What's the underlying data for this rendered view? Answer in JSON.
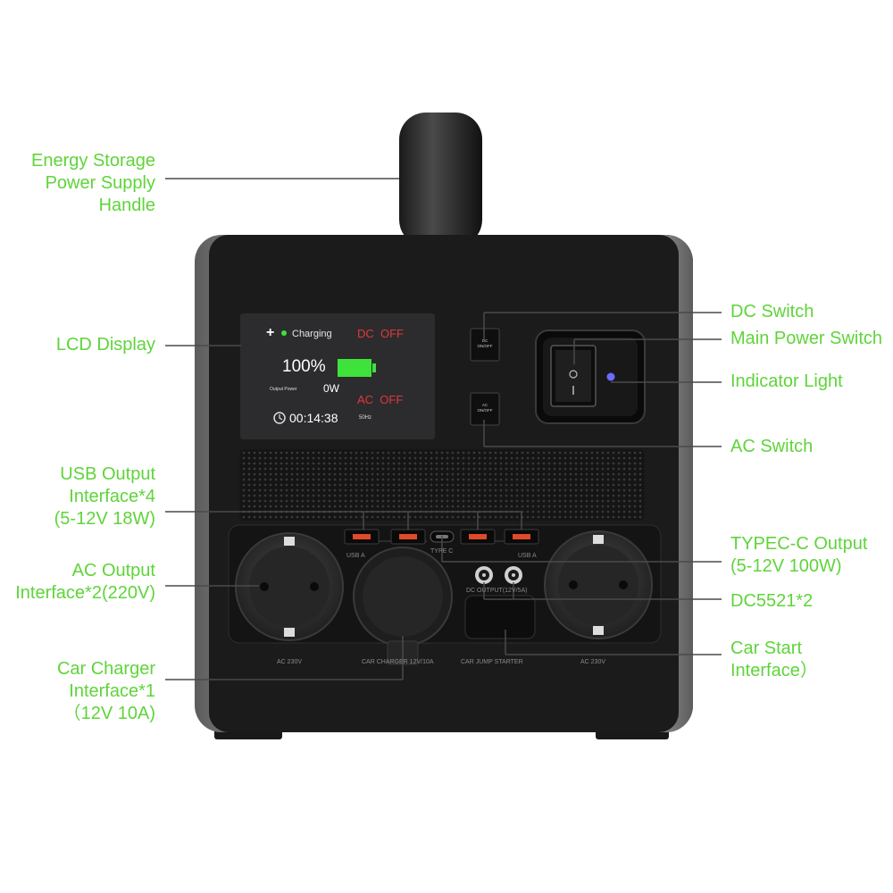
{
  "callouts": {
    "handle": "Energy Storage\nPower Supply\nHandle",
    "lcd": "LCD Display",
    "usb": "USB Output\nInterface*4\n(5-12V 18W)",
    "ac_output": "AC Output\nInterface*2(220V)",
    "car_charger": "Car Charger\nInterface*1\n（12V 10A)",
    "dc_switch": "DC Switch",
    "main_power": "Main Power Switch",
    "indicator": "Indicator Light",
    "ac_switch": "AC Switch",
    "typec": "TYPEC-C Output\n(5-12V 100W)",
    "dc5521": "DC5521*2",
    "car_start": "Car Start\nInterface）"
  },
  "lcd": {
    "charging": "Charging",
    "dc_status": "DC  OFF",
    "percent": "100%",
    "output_power_label": "Output Power",
    "watts": "0W",
    "ac_status": "AC  OFF",
    "timer": "00:14:38",
    "frequency": "50Hz"
  },
  "panel_labels": {
    "dc_button": "DC\nON/OFF",
    "ac_button": "AC\nON/OFF",
    "usb_a_left": "USB A",
    "type_c": "TYPE C",
    "usb_a_right": "USB A",
    "dc_output": "DC OUTPUT(12V/5A)",
    "ac_left": "AC 230V",
    "car_charger": "CAR CHARGER 12V/10A",
    "car_jump": "CAR JUMP STARTER",
    "ac_right": "AC 230V"
  },
  "colors": {
    "callout_green": "#5fd43a",
    "status_red": "#e0383b",
    "battery_green": "#3fe23a",
    "indicator_blue": "#6a6cff"
  }
}
